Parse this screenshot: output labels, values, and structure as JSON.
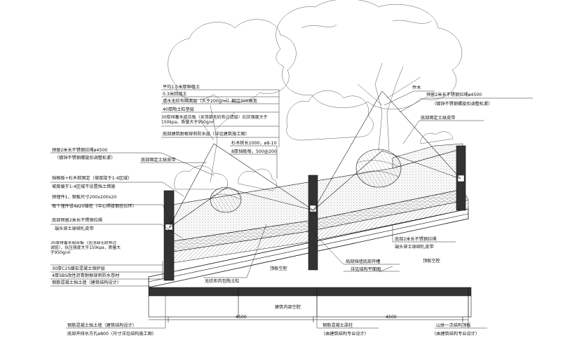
{
  "labels": {
    "l01": "平均1.5米厚种植土",
    "l02": "0.3米回填土",
    "l03": "透水无纺布隔离层（大于200g/㎡）翻边300高宽",
    "l04": "40厚陶土粒垫层",
    "l05": "30厚排蓄水组合板（含顶部无纺布过滤层）抗压强度大于150kpa，质量大于950g/㎡",
    "l06": "底部建筑耐根穿刺防水层（详见建筑施工图）",
    "l07": "杉木桩长1000，ø8-10",
    "l08": "8厚挡板每，500@200",
    "l09": "乔木",
    "l10": "预留2米长不锈钢拉绳ø4500",
    "l11": "（镀锌不锈钢螺旋扣调整松紧）",
    "l12": "底部固定土球皮带",
    "l13": "预留2米长不锈钢拉绳ø4500",
    "l14": "（镀锌不锈钢螺旋扣调整松紧）",
    "l15": "底部固定土球皮带",
    "l16": "挡根板+杉木桩固定（坡度陡于1:4区域）",
    "l17": "坡度缓于1:4区域不设置挡土措施",
    "l18": "预埋件1，钢板尺寸200x200x20",
    "l19": "每个埋件设4ø20锚栓（中心焊接钢拴拉环）",
    "l20": "底部预留2米长不锈钢拉绳",
    "l21": "端头穿土球绑扎皮带",
    "l22": "30厚排蓄水组合板（含顶部无纺布过滤层），抗压强度大于150kpa，质量大于950g/㎡",
    "l23": "30厚C25细石混凝土保护层",
    "l24": "4厚SBS改性沥青耐根穿刺防水卷材",
    "l25": "钢筋混凝土挡土墙（建筑结构设计）",
    "l26": "无纺布内包陶土粒",
    "l27": "顶板空腔",
    "l28": "局部挡墙底部开槽",
    "l29": "详见结构平面图",
    "l30": "底部2米长不锈钢拉绳",
    "l31": "端头穿土球绑扎皮带",
    "l32": "顶板空腔",
    "l33": "建筑内部空腔",
    "l34": "钢筋混凝土挡土墙（建筑结构设计）",
    "l35": "底部开排水方孔ø800（尺寸详见结构施工图）",
    "l36": "钢筋混凝土梁柱",
    "l37": "（由建筑结构专业设计）",
    "l38": "山体一次结构顶板",
    "l39": "（由建筑结构专业设计）"
  },
  "dimensions": {
    "d1": "4500",
    "d2": "4500"
  }
}
